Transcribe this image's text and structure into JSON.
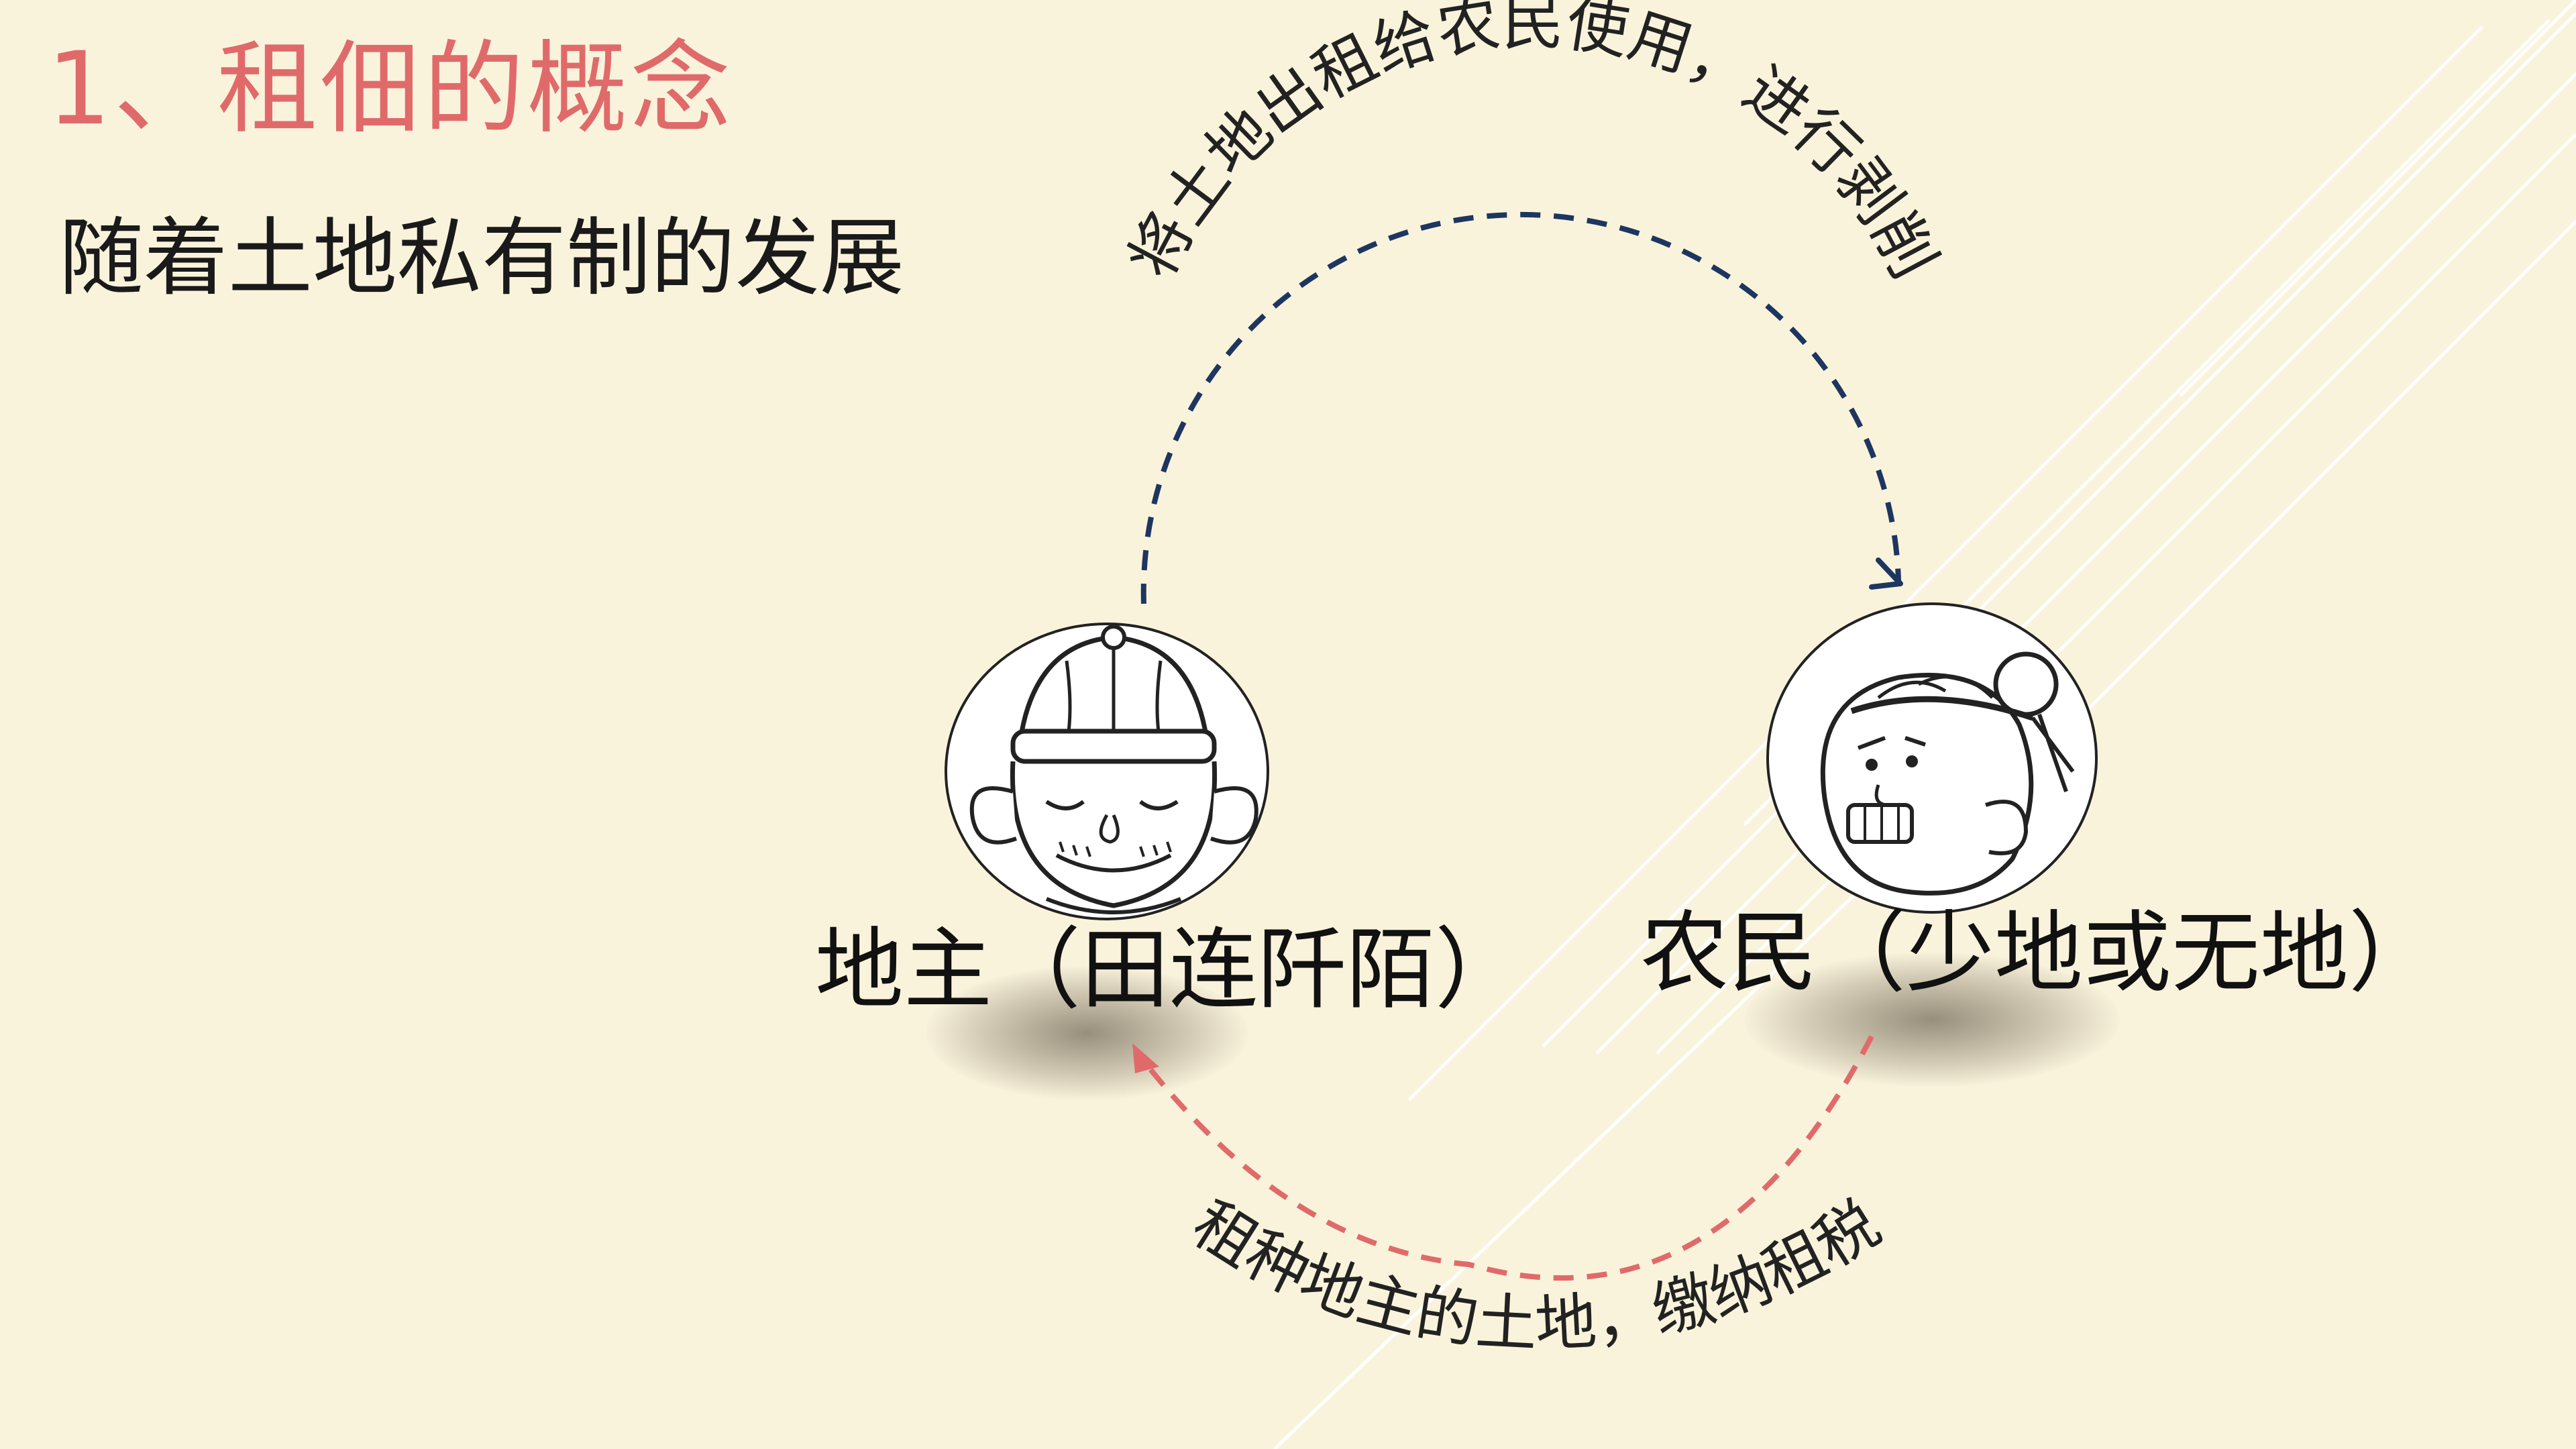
{
  "slide": {
    "title": "1、租佃的概念",
    "subtitle": "随着土地私有制的发展"
  },
  "diagram": {
    "landlord": {
      "label": "地主（田连阡陌）",
      "icon": "landlord-face-icon"
    },
    "peasant": {
      "label": "农民（少地或无地）",
      "icon": "peasant-face-icon"
    },
    "top_arrow": {
      "text": "将土地出租给农民使用，进行剥削",
      "color": "#1d3660",
      "direction": "landlord-to-peasant"
    },
    "bottom_arrow": {
      "text": "租种地主的土地，缴纳租税",
      "color": "#e06a6a",
      "direction": "peasant-to-landlord"
    }
  },
  "colors": {
    "background": "#faf3dc",
    "title": "#e06a6a",
    "text": "#111111"
  }
}
